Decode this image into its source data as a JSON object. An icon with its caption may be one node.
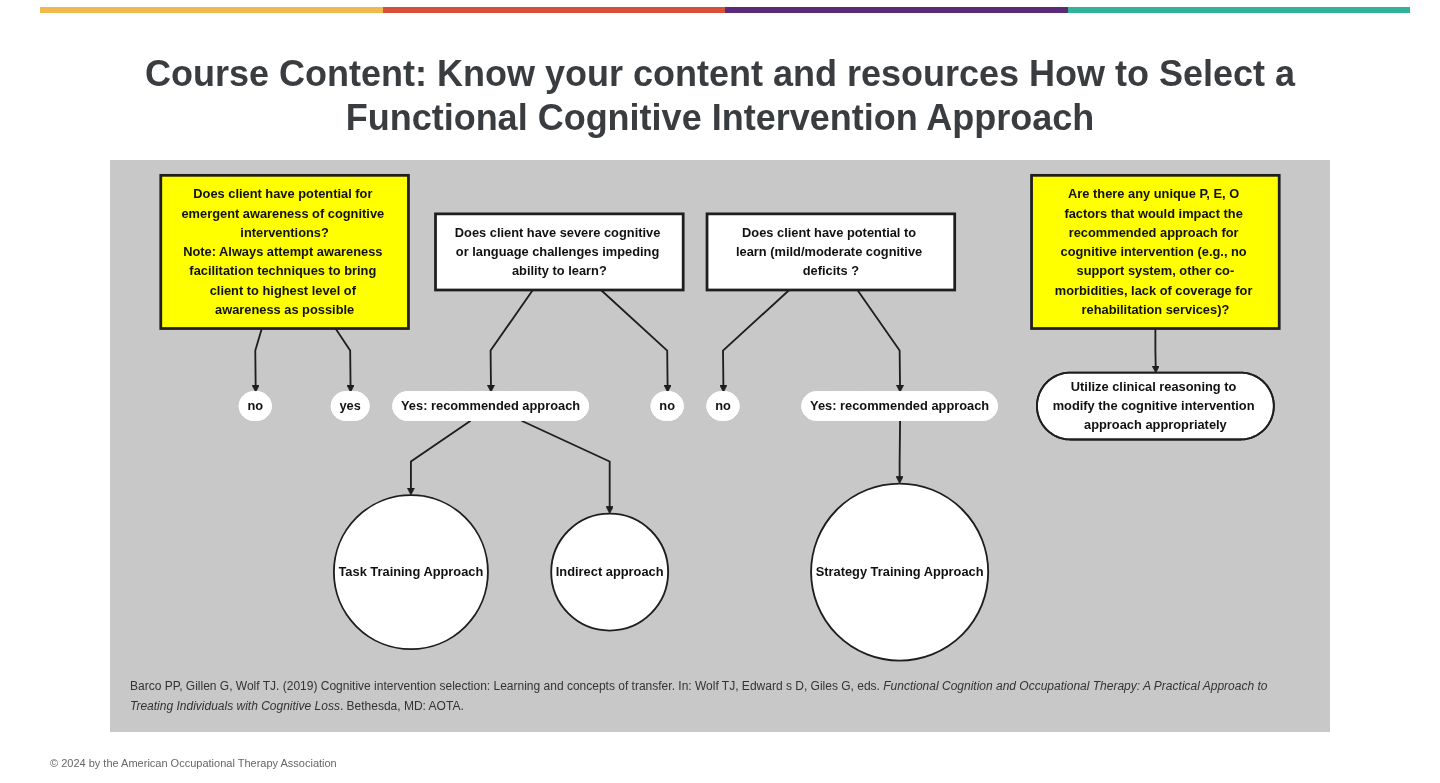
{
  "diagram": {
    "title": "Course Content: Know your content and resources How to Select a Functional Cognitive Intervention Approach",
    "caption": "Barco PP, Gillen G, Wolf TJ. (2019) Cognitive intervention selection: Learning and concepts of transfer. In: Wolf TJ, Edward s D, Giles G, eds. *Functional Cognition and Occupational Therapy: A Practical Approach to Treating Individuals with Cognitive Loss*. Bethesda, MD: AOTA.",
    "nodes": [
      {
        "text": [
          "Does client have potential for emergent awareness of cognitive interventions?",
          "Note: Always attempt awareness facilitation techniques to bring client to highest level of awareness as possible"
        ]
      },
      {
        "text": [
          "no"
        ]
      },
      {
        "text": [
          "yes"
        ]
      },
      {
        "text": [
          "Does client have severe cognitive or language challenges impeding ability to learn?"
        ]
      },
      {
        "text": [
          "Does client have potential to learn (mild/moderate cognitive deficits ?"
        ]
      },
      {
        "text": [
          "Yes: recommended approach"
        ]
      },
      {
        "text": [
          "no"
        ]
      },
      {
        "text": [
          "no"
        ]
      },
      {
        "text": [
          "Yes: recommended approach"
        ]
      },
      {
        "text": [
          "Are there any unique P, E, O factors that would impact the recommended approach for cognitive intervention (e.g., no support system, other co-morbidities, lack of coverage for rehabilitation services)?"
        ]
      },
      {
        "text": [
          "Task Training Approach"
        ]
      },
      {
        "text": [
          "Indirect approach"
        ]
      },
      {
        "text": [
          "Strategy Training Approach"
        ]
      },
      {
        "text": [
          "Utilize clinical reasoning to modify the cognitive intervention approach appropriately"
        ]
      }
    ],
    "edges": [
      {
        "from": 0,
        "to": 1,
        "arrow": "to"
      },
      {
        "from": 0,
        "to": 2,
        "arrow": "to"
      },
      {
        "from": 3,
        "to": 5,
        "arrow": "to"
      },
      {
        "from": 3,
        "to": 6,
        "arrow": "to"
      },
      {
        "from": 4,
        "to": 7,
        "arrow": "to"
      },
      {
        "from": 4,
        "to": 8,
        "arrow": "to"
      },
      {
        "from": 5,
        "to": 10,
        "arrow": "to"
      },
      {
        "from": 5,
        "to": 11,
        "arrow": "to"
      },
      {
        "from": 8,
        "to": 12,
        "arrow": "to"
      },
      {
        "from": 9,
        "to": 13,
        "arrow": "to"
      }
    ],
    "labels": [
      "© 2024 by the American Occupational Therapy Association"
    ]
  }
}
